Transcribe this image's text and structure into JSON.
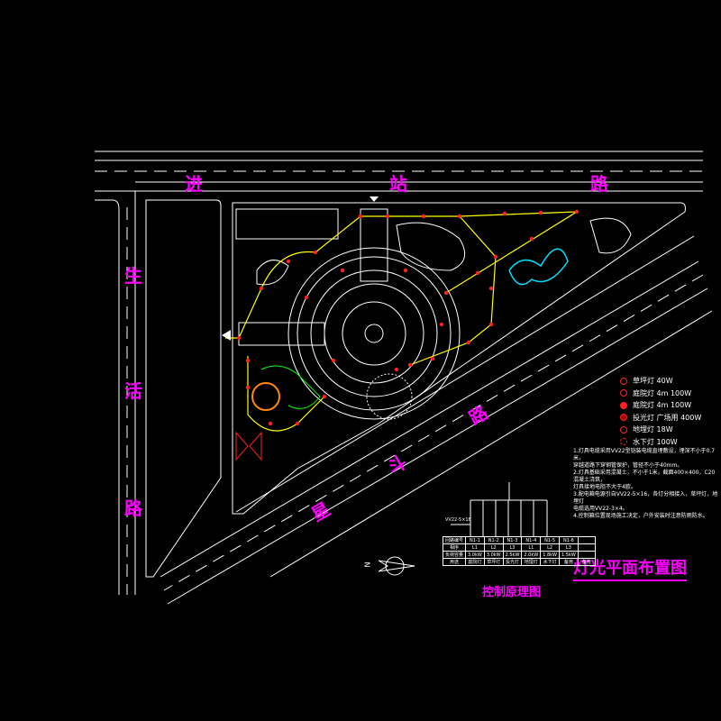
{
  "roads": {
    "top": [
      "进",
      "站",
      "路"
    ],
    "left": [
      "生",
      "活",
      "路"
    ],
    "diagonal": [
      "星",
      "斗",
      "路"
    ]
  },
  "legend": [
    {
      "label": "草坪灯  40W",
      "icon": "lawn-lamp-icon"
    },
    {
      "label": "庭院灯  4m  100W",
      "icon": "garden-lamp-icon"
    },
    {
      "label": "庭院灯  4m  100W",
      "icon": "garden-lamp-icon"
    },
    {
      "label": "投光灯  广场用  400W",
      "icon": "floodlight-icon"
    },
    {
      "label": "地埋灯  18W",
      "icon": "buried-lamp-icon"
    },
    {
      "label": "水下灯  100W",
      "icon": "underwater-lamp-icon"
    }
  ],
  "notes": [
    "1.灯具电缆采用VV22型铠装电缆直埋敷设，埋深不小于0.7米，",
    "穿越道路下穿钢管保护，管径不小于40mm。",
    "2.灯具基础采用混凝土，不小于1米，截面400×400，C20混凝土浇筑，",
    "灯具接地电阻不大于4欧。",
    "3.配电箱电源引自VV22-5×16，各灯分相接入，草坪灯，地埋灯",
    "电缆选用VV22-3×4。",
    "4.控制箱位置现场施工决定，户外安装时注意防雨防水。"
  ],
  "title": "灯光平面布置图",
  "control": {
    "title": "控制原理图",
    "incoming": "VV22-5×16",
    "table": [
      [
        "回路编号",
        "N1-1",
        "N1-2",
        "N1-3",
        "N1-4",
        "N1-5",
        "N1-6",
        ""
      ],
      [
        "相序",
        "L1",
        "L2",
        "L3",
        "L1",
        "L2",
        "L3",
        ""
      ],
      [
        "负荷容量",
        "3.0kW",
        "3.0kW",
        "2.5kW",
        "2.0kW",
        "1.8kW",
        "1.5kW",
        ""
      ],
      [
        "用途",
        "庭院灯",
        "草坪灯",
        "投光灯",
        "地埋灯",
        "水下灯",
        "备用",
        "备用"
      ]
    ]
  },
  "north_label": "N",
  "colors": {
    "background": "#000000",
    "line": "#ffffff",
    "label": "#ff00ff",
    "lamp": "#ff2020",
    "cable": "#ffff00",
    "water": "#00e0ff",
    "plant": "#00ff00"
  }
}
